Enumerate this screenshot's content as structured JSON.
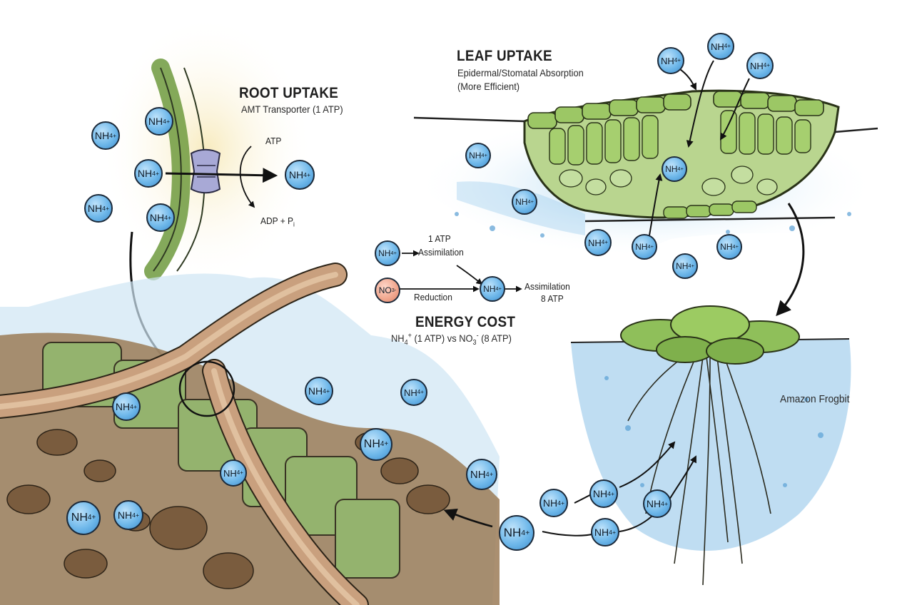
{
  "root": {
    "title": "ROOT UPTAKE",
    "subtitle": "AMT Transporter (1 ATP)",
    "atp": "ATP",
    "adp_base": "ADP + P",
    "adp_sub": "i"
  },
  "leaf": {
    "title": "LEAF UPTAKE",
    "subtitle_1": "Epidermal/Stomatal Absorption",
    "subtitle_2": "(More Efficient)"
  },
  "energy": {
    "title": "ENERGY COST",
    "cost_a": "NH",
    "cost_a_sub": "4",
    "cost_a_sup": "+",
    "cost_mid": " (1 ATP) vs NO",
    "cost_b_sub": "3",
    "cost_b_sup": "-",
    "cost_end": " (8 ATP)",
    "step1_atp": "1 ATP",
    "step1_label": "Assimilation",
    "reduction": "Reduction",
    "step2_label": "Assimilation",
    "step2_atp": "8 ATP"
  },
  "plant_label": "Amazon Frogbit",
  "ion_labels": {
    "ammonium_base": "NH",
    "ammonium_sub": "4",
    "ammonium_sup": "+",
    "nitrate_base": "NO",
    "nitrate_sub": "3",
    "nitrate_sup": "-"
  },
  "colors": {
    "ion_fill": "#6fb8ea",
    "nitrate_fill": "#f0a58c",
    "water": "#8ec6ea",
    "leaf_green": "#8fbf5a",
    "soil": "#8a6a48",
    "root_tan": "#c9a07e"
  }
}
